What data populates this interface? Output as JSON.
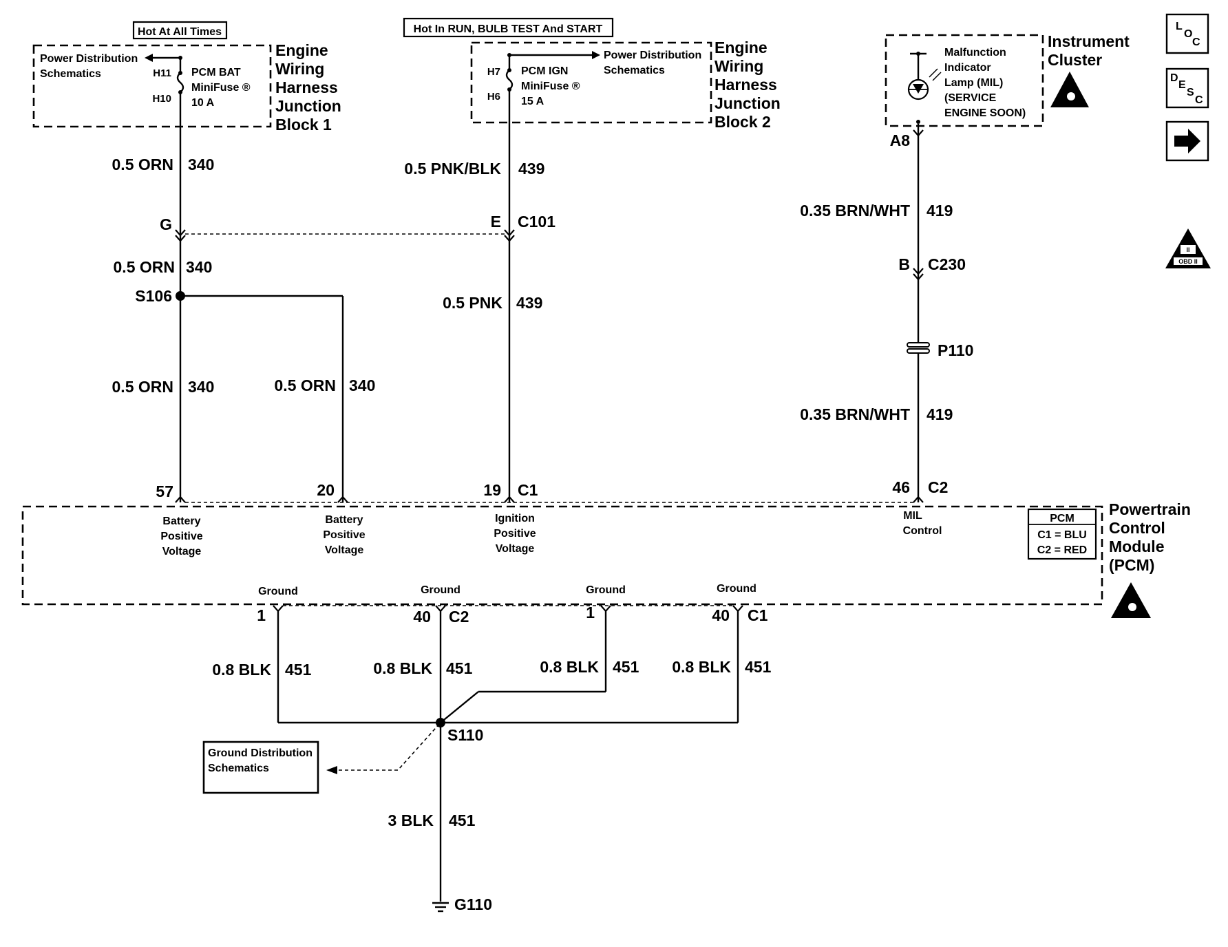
{
  "headers": {
    "hot_all_times": "Hot At All Times",
    "hot_run": "Hot In RUN, BULB TEST And START"
  },
  "junction_block_1": {
    "title_lines": [
      "Engine",
      "Wiring",
      "Harness",
      "Junction",
      "Block 1"
    ],
    "power_dist_lines": [
      "Power Distribution",
      "Schematics"
    ],
    "pin_in": "H11",
    "pin_out": "H10",
    "fuse_lines": [
      "PCM BAT",
      "MiniFuse ®",
      "10 A"
    ]
  },
  "junction_block_2": {
    "title_lines": [
      "Engine",
      "Wiring",
      "Harness",
      "Junction",
      "Block 2"
    ],
    "power_dist_lines": [
      "Power Distribution",
      "Schematics"
    ],
    "pin_in": "H7",
    "pin_out": "H6",
    "fuse_lines": [
      "PCM IGN",
      "MiniFuse ®",
      "15 A"
    ]
  },
  "instrument_cluster": {
    "title_lines": [
      "Instrument",
      "Cluster"
    ],
    "lamp_lines": [
      "Malfunction",
      "Indicator",
      "Lamp (MIL)",
      "(SERVICE",
      "ENGINE SOON)"
    ],
    "pin": "A8"
  },
  "circuits": {
    "bat_upper": {
      "gauge": "0.5 ORN",
      "circuit": "340"
    },
    "ign_upper": {
      "gauge": "0.5 PNK/BLK",
      "circuit": "439"
    },
    "mil_upper": {
      "gauge": "0.35 BRN/WHT",
      "circuit": "419"
    },
    "bat_mid": {
      "gauge": "0.5 ORN",
      "circuit": "340"
    },
    "ign_lower": {
      "gauge": "0.5 PNK",
      "circuit": "439"
    },
    "bat_low_a": {
      "gauge": "0.5 ORN",
      "circuit": "340"
    },
    "bat_low_b": {
      "gauge": "0.5 ORN",
      "circuit": "340"
    },
    "mil_lower": {
      "gauge": "0.35 BRN/WHT",
      "circuit": "419"
    },
    "gnd_1": {
      "gauge": "0.8 BLK",
      "circuit": "451"
    },
    "gnd_2": {
      "gauge": "0.8 BLK",
      "circuit": "451"
    },
    "gnd_3": {
      "gauge": "0.8 BLK",
      "circuit": "451"
    },
    "gnd_4": {
      "gauge": "0.8 BLK",
      "circuit": "451"
    },
    "gnd_main": {
      "gauge": "3 BLK",
      "circuit": "451"
    }
  },
  "connectors": {
    "c101": {
      "id": "C101",
      "pin_bat": "G",
      "pin_ign": "E"
    },
    "c230": {
      "id": "C230",
      "pin": "B"
    },
    "pcm_c1_top": {
      "id": "C1",
      "pins": [
        "57",
        "20",
        "19"
      ]
    },
    "pcm_c2_top": {
      "id": "C2",
      "pin": "46"
    },
    "pcm_c2_bottom": {
      "id": "C2",
      "pins": [
        "1",
        "40"
      ]
    },
    "pcm_c1_bottom": {
      "id": "C1",
      "pins": [
        "1",
        "40"
      ]
    }
  },
  "splices": {
    "s106": "S106",
    "s110": "S110"
  },
  "pass_through": "P110",
  "ground": "G110",
  "pcm": {
    "title_lines": [
      "Powertrain",
      "Control",
      "Module",
      "(PCM)"
    ],
    "legend_title": "PCM",
    "legend_lines": [
      "C1 = BLU",
      "C2 = RED"
    ],
    "inputs": [
      [
        "Battery",
        "Positive",
        "Voltage"
      ],
      [
        "Battery",
        "Positive",
        "Voltage"
      ],
      [
        "Ignition",
        "Positive",
        "Voltage"
      ],
      [
        "MIL",
        "Control"
      ]
    ],
    "ground_label": "Ground"
  },
  "ground_dist_lines": [
    "Ground Distribution",
    "Schematics"
  ],
  "side_icons": {
    "loc": [
      "L",
      "O",
      "C"
    ],
    "desc": [
      "D",
      "E",
      "S",
      "C"
    ],
    "next": "arrow-right",
    "obd": [
      "II",
      "OBD II"
    ]
  }
}
